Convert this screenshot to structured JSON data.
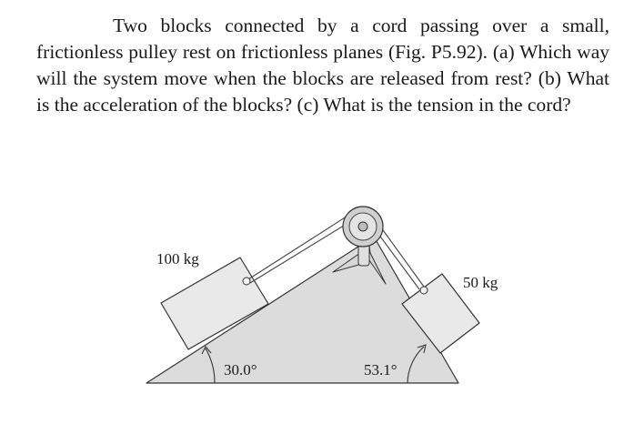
{
  "problem": {
    "text": "Two blocks connected by a cord passing over a small, frictionless pulley rest on frictionless planes (Fig. P5.92). (a) Which way will the system move when the blocks are released from rest? (b) What is the acceleration of the blocks? (c) What is the tension in the cord?"
  },
  "figure": {
    "left_block_mass": "100 kg",
    "right_block_mass": "50 kg",
    "left_angle": "30.0°",
    "right_angle": "53.1°"
  },
  "colors": {
    "incline_fill": "#dcdcdc",
    "block_fill": "#e9e9e9",
    "outline": "#333333",
    "pulley_fill": "#cfcfcf"
  }
}
